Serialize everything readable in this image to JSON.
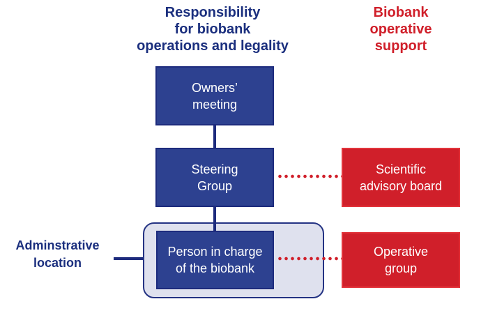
{
  "headers": {
    "responsibility": "Responsibility\nfor biobank\noperations and legality",
    "support": "Biobank\noperative\nsupport"
  },
  "nodes": {
    "owners_meeting": "Owners’\nmeeting",
    "steering_group": "Steering\nGroup",
    "person_in_charge": "Person in charge\nof the biobank",
    "scientific_advisory_board": "Scientific\nadvisory board",
    "operative_group": "Operative\ngroup"
  },
  "labels": {
    "administrative_location": "Adminstrative\nlocation"
  },
  "colors": {
    "blue_fill": "#2d4190",
    "navy_border": "#1d2b7d",
    "navy_text": "#1b2f7e",
    "red": "#d01f2a",
    "panel_fill": "#dfe1ee"
  }
}
